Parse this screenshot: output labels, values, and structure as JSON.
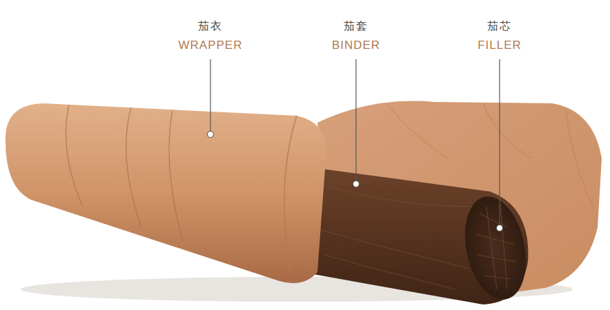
{
  "diagram": {
    "labels": [
      "茄衣",
      "WRAPPER",
      "茄套",
      "BINDER",
      "茄芯",
      "FILLER"
    ]
  }
}
